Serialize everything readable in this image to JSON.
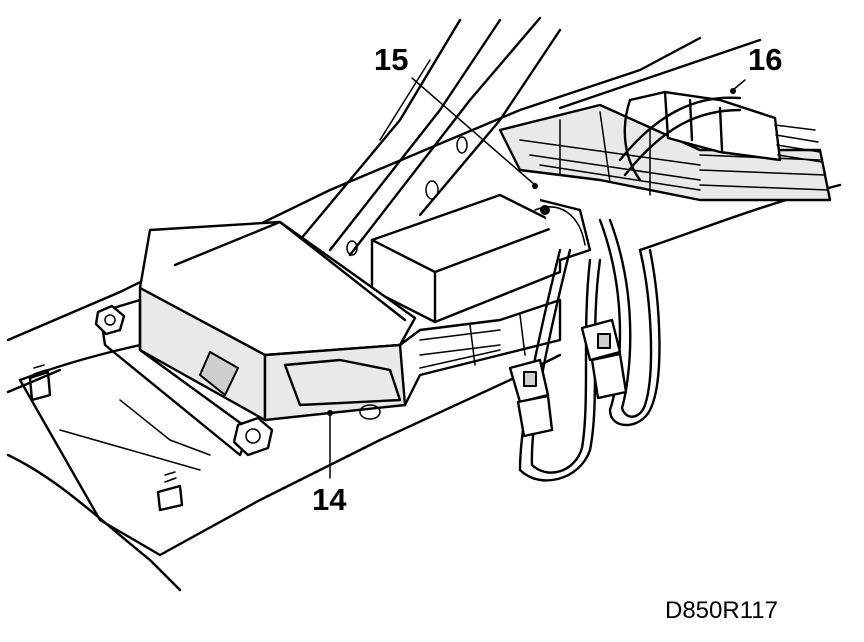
{
  "labels": {
    "part_14": "14",
    "part_15": "15",
    "part_16": "16"
  },
  "reference_code": "D850R117"
}
